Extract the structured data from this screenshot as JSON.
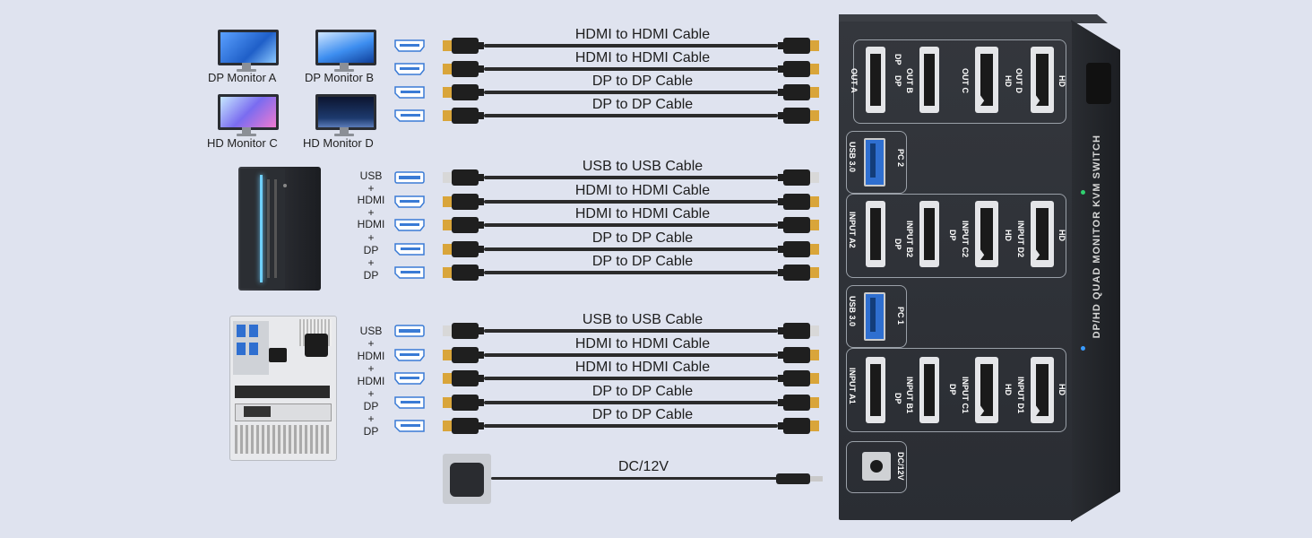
{
  "monitors": [
    {
      "label": "DP Monitor A",
      "screen": "blue-swirl"
    },
    {
      "label": "DP Monitor B",
      "screen": "blue-waves"
    },
    {
      "label": "HD Monitor C",
      "screen": "pink-swirl"
    },
    {
      "label": "HD Monitor D",
      "screen": "night-sky"
    }
  ],
  "output_cables": [
    {
      "label": "HDMI to HDMI Cable",
      "type": "hdmi"
    },
    {
      "label": "HDMI to HDMI Cable",
      "type": "hdmi"
    },
    {
      "label": "DP to DP Cable",
      "type": "dp"
    },
    {
      "label": "DP to DP Cable",
      "type": "dp"
    }
  ],
  "pc1_cables": [
    {
      "label": "USB to USB Cable",
      "type": "usb"
    },
    {
      "label": "HDMI to HDMI Cable",
      "type": "hdmi"
    },
    {
      "label": "HDMI to HDMI Cable",
      "type": "hdmi"
    },
    {
      "label": "DP to DP Cable",
      "type": "dp"
    },
    {
      "label": "DP to DP Cable",
      "type": "dp"
    }
  ],
  "pc2_cables": [
    {
      "label": "USB to USB Cable",
      "type": "usb"
    },
    {
      "label": "HDMI to HDMI Cable",
      "type": "hdmi"
    },
    {
      "label": "HDMI to HDMI Cable",
      "type": "hdmi"
    },
    {
      "label": "DP to DP Cable",
      "type": "dp"
    },
    {
      "label": "DP to DP Cable",
      "type": "dp"
    }
  ],
  "port_combo": [
    "USB",
    "+",
    "HDMI",
    "+",
    "HDMI",
    "+",
    "DP",
    "+",
    "DP"
  ],
  "power": {
    "label": "DC/12V"
  },
  "switch": {
    "outputs": [
      "OUT A\nDP",
      "OUT B\nDP",
      "OUT C\nHD",
      "OUT D\nHD"
    ],
    "out_a": "OUT A",
    "out_b": "OUT B",
    "out_c": "OUT C",
    "out_d": "OUT D",
    "dp": "DP",
    "hd": "HD",
    "usb30": "USB 3.0",
    "pc2": "PC 2",
    "pc1": "PC 1",
    "input_a2": "INPUT A2",
    "input_b2": "INPUT B2",
    "input_c2": "INPUT C2",
    "input_d2": "INPUT D2",
    "input_a1": "INPUT A1",
    "input_b1": "INPUT B1",
    "input_c1": "INPUT C1",
    "input_d1": "INPUT D1",
    "dc": "DC/12V",
    "title": "DP/HD QUAD MONITOR KVM SWITCH"
  },
  "colors": {
    "background": "#dfe3ef",
    "switch_body": "#2c2f35",
    "accent_blue": "#3a7bd5",
    "gold": "#d9a53a"
  }
}
